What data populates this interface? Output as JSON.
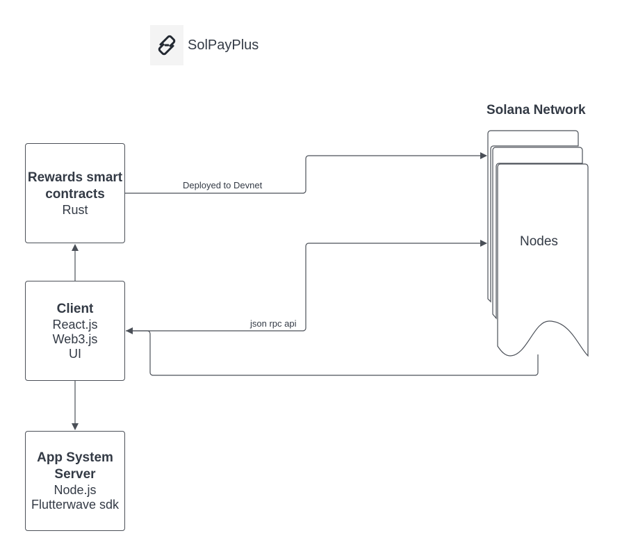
{
  "logo": {
    "name": "SolPayPlus",
    "icon": "solpayplus-logo-icon"
  },
  "nodes": {
    "rewards": {
      "title": "Rewards smart contracts",
      "lines": [
        "Rust"
      ]
    },
    "client": {
      "title": "Client",
      "lines": [
        "React.js",
        "Web3.js",
        "UI"
      ]
    },
    "server": {
      "title": "App System Server",
      "lines": [
        "Node.js",
        "Flutterwave sdk"
      ]
    },
    "network": {
      "title": "Solana Network",
      "label": "Nodes"
    }
  },
  "edges": {
    "deployed": "Deployed to Devnet",
    "rpc": "json rpc api"
  },
  "colors": {
    "stroke": "#4a4f57",
    "text": "#333a45"
  }
}
